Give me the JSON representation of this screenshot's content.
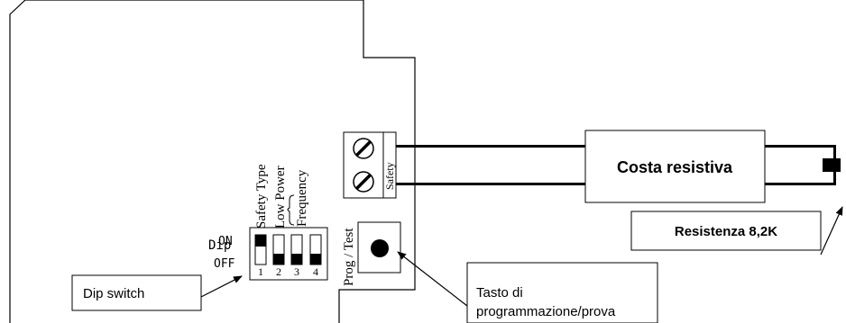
{
  "dip": {
    "title": "Dip",
    "on_label": "ON",
    "off_label": "OFF",
    "switches": [
      {
        "number": "1",
        "state": "ON"
      },
      {
        "number": "2",
        "state": "OFF"
      },
      {
        "number": "3",
        "state": "OFF"
      },
      {
        "number": "4",
        "state": "OFF"
      }
    ]
  },
  "dip_labels": {
    "safety_type": "Safety Type",
    "low_power": "Low Power",
    "frequency": "Frequency"
  },
  "terminal": {
    "label": "Safety"
  },
  "button_label": "Prog / Test",
  "callouts": {
    "dip_switch": "Dip switch",
    "tasto_line1": "Tasto di",
    "tasto_line2": "programmazione/prova",
    "costa": "Costa resistiva",
    "resistenza": "Resistenza 8,2K"
  }
}
